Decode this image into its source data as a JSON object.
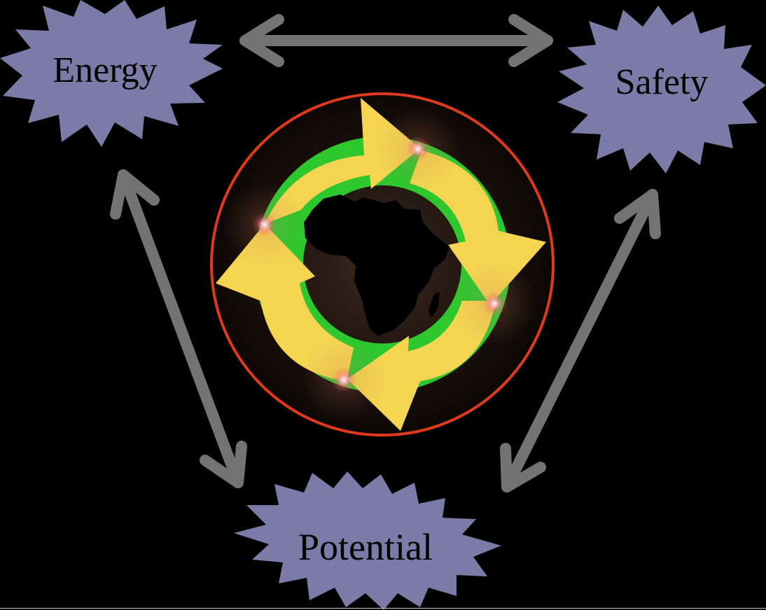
{
  "nodes": {
    "energy": "Energy",
    "safety": "Safety",
    "potential": "Potential"
  },
  "colors": {
    "background": "#000000",
    "starburst": "#7b7ba8",
    "arrows": "#737373",
    "globe_border": "#e03a1e",
    "cycle_yellow": "#f5d451",
    "cycle_green": "#2ec72e",
    "continent": "#000000"
  },
  "icons": {
    "center": "africa-cycle-globe-icon"
  }
}
